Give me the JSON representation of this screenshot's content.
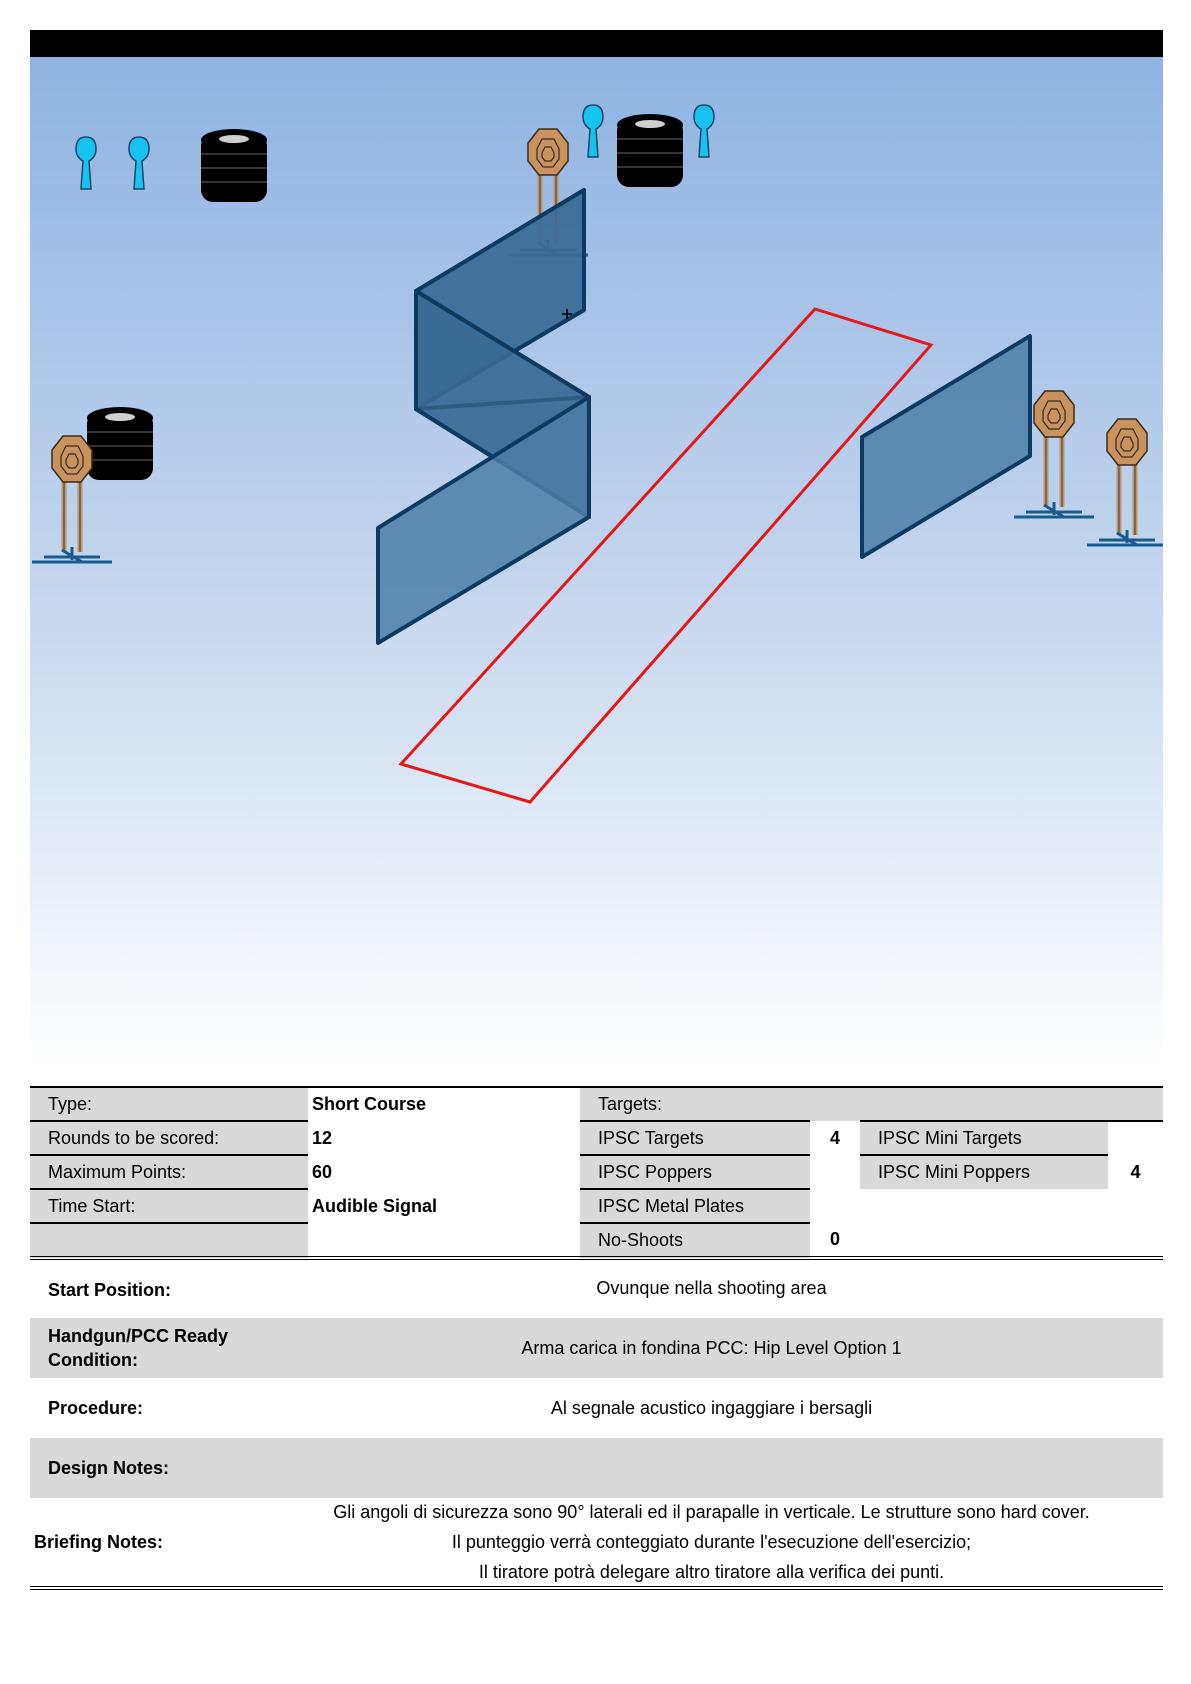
{
  "colors": {
    "sky_top": "#8fb3e2",
    "sky_bottom": "#ffffff",
    "wall_fill": "#4d7ea8",
    "wall_stroke": "#0e3a5f",
    "fault_line": "#e41818",
    "popper": "#16c3f0",
    "target": "#c8935e",
    "barrel": "#000000",
    "table_grey": "#d9d9d9"
  },
  "stage": {
    "props": [
      "popper-icon",
      "barrel-icon",
      "ipsc-target-icon",
      "wall-panel",
      "fault-line-box"
    ]
  },
  "info": {
    "type_label": "Type:",
    "type_value": "Short Course",
    "rounds_label": "Rounds to be scored:",
    "rounds_value": "12",
    "points_label": "Maximum Points:",
    "points_value": "60",
    "start_label": "Time Start:",
    "start_value": "Audible Signal",
    "targets_label": "Targets:",
    "ipsc_targets_label": "IPSC Targets",
    "ipsc_targets_value": "4",
    "ipsc_poppers_label": "IPSC Poppers",
    "ipsc_metal_label": "IPSC Metal Plates",
    "no_shoots_label": "No-Shoots",
    "no_shoots_value": "0",
    "mini_targets_label": "IPSC Mini Targets",
    "mini_poppers_label": "IPSC Mini Poppers",
    "mini_poppers_value": "4"
  },
  "details": {
    "start_position_label": "Start Position:",
    "start_position_value": "Ovunque nella shooting area",
    "ready_label_line1": "Handgun/PCC Ready",
    "ready_label_line2": "Condition:",
    "ready_value": "Arma carica in fondina PCC: Hip Level Option 1",
    "procedure_label": "Procedure:",
    "procedure_value": "Al segnale acustico ingaggiare i bersagli",
    "design_label": "Design Notes:",
    "design_value": "",
    "briefing_label": "Briefing Notes:",
    "briefing_line1": "Gli angoli di sicurezza sono 90° laterali ed il parapalle in verticale. Le strutture sono hard cover.",
    "briefing_line2": "Il punteggio verrà conteggiato durante l'esecuzione dell'esercizio;",
    "briefing_line3": "Il tiratore potrà delegare altro tiratore alla verifica dei punti."
  }
}
